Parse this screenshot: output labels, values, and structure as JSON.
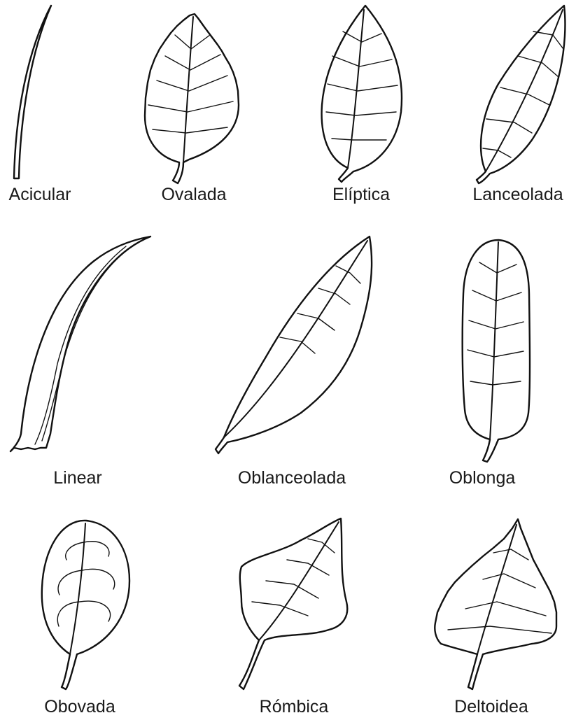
{
  "labels": {
    "acicular": "Acicular",
    "ovalada": "Ovalada",
    "eliptica": "Elíptica",
    "lanceolada": "Lanceolada",
    "linear": "Linear",
    "oblanceolada": "Oblanceolada",
    "oblonga": "Oblonga",
    "obovada": "Obovada",
    "rombica": "Rómbica",
    "deltoidea": "Deltoidea"
  },
  "colors": {
    "ink": "#111111",
    "background": "#ffffff"
  }
}
